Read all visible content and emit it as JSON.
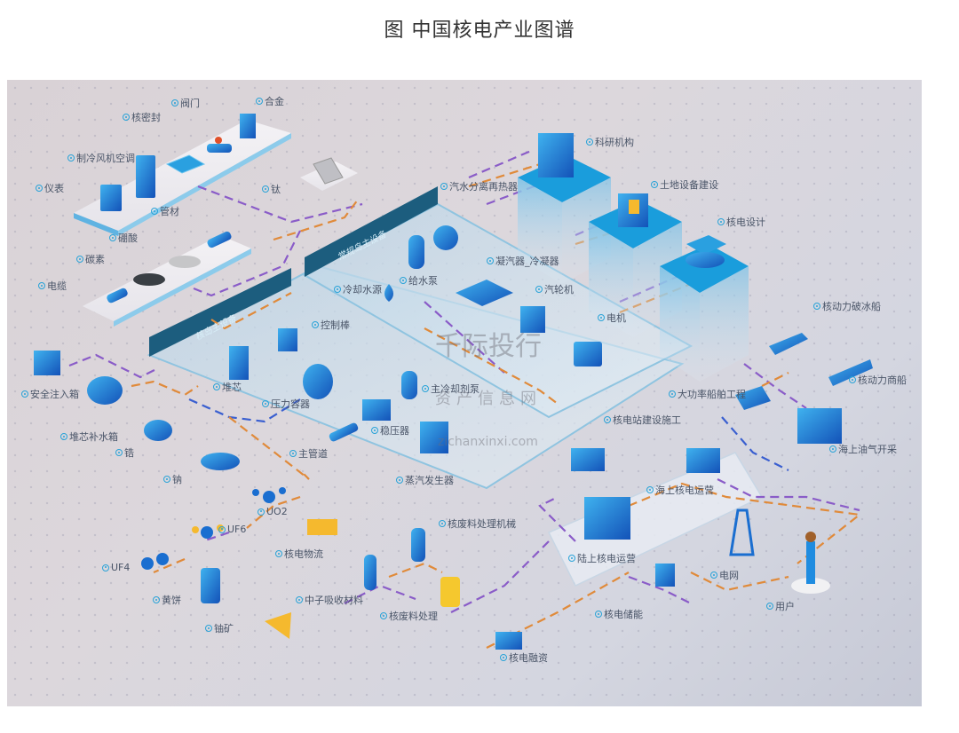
{
  "title": "图 中国核电产业图谱",
  "panels": {
    "nuclear_island": "核岛主设备",
    "conventional_island": "常规岛主设备"
  },
  "watermark": {
    "brand": "千际投行",
    "sub": "资产信息网",
    "url": "zichanxinxi.com"
  },
  "upstream_materials": {
    "row1": [
      "核密封",
      "阀门",
      "合金",
      "制冷风机空调",
      "仪表",
      "管材"
    ],
    "row2": [
      "硼酸",
      "碳素",
      "电缆",
      "钛"
    ]
  },
  "nuclear_island_items": [
    "控制棒",
    "堆芯",
    "压力容器",
    "主冷却剂泵",
    "稳压器",
    "主管道",
    "蒸汽发生器"
  ],
  "conventional_island_items": [
    "汽水分离再热器",
    "冷却水源",
    "给水泵",
    "凝汽器_冷凝器",
    "汽轮机",
    "电机"
  ],
  "design_research": [
    "科研机构",
    "土地设备建设",
    "核电设计"
  ],
  "safety_systems": [
    "安全注入箱",
    "堆芯补水箱",
    "锆",
    "钠"
  ],
  "fuel_cycle": [
    "UO2",
    "UF6",
    "UF4",
    "黄饼",
    "铀矿"
  ],
  "logistics_waste": [
    "核电物流",
    "中子吸收材料",
    "核废料处理机械",
    "核废料处理",
    "核电融资"
  ],
  "operations": [
    "核电站建设施工",
    "海上核电运营",
    "陆上核电运营",
    "核电储能",
    "电网",
    "用户"
  ],
  "marine_applications": [
    "核动力破冰船",
    "核动力商船",
    "大功率船舶工程",
    "海上油气开采"
  ],
  "colors": {
    "accent_blue": "#1f7fd0",
    "label_dot": "#29a3d8",
    "panel_header": "#1c5d7e",
    "line_orange": "#e08a3a",
    "line_purple": "#8a5cc8",
    "line_blue": "#3a5fd0"
  }
}
